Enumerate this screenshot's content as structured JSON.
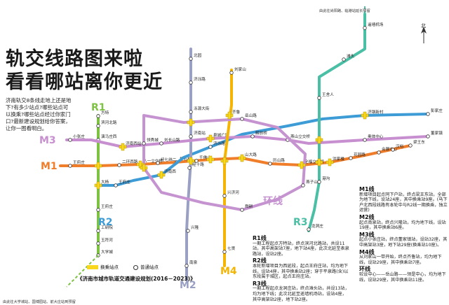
{
  "headline": {
    "line1": "轨交线路图来啦",
    "line2": "看看哪站离你更近"
  },
  "intro": "济南轨交8条线走地上还是地下?有多少站点?哪些站点可以换乘?哪些站点经过你家门口?最新建设规划给你答案，让你一图看明白。",
  "north": "北",
  "top_note": "由此往尚阳路、临港站延长预留",
  "bottom_note": "由此往大学城站、国博园站、前大庄站到预留",
  "legend": {
    "transfer": "换乘站点",
    "normal": "普通站点",
    "title": "《济南市城市轨道交通建设规划(2016－2023)》"
  },
  "colors": {
    "R1": "#7dc242",
    "R2": "#3d9bd6",
    "R3": "#4bbfa5",
    "M1": "#f07d2a",
    "M2": "#9aa0c4",
    "M3": "#c88fd0",
    "M4": "#f4b400",
    "ring": "#c593d0",
    "transfer": "#f9d71c"
  },
  "line_labels": {
    "R1": "R1",
    "R2": "R2",
    "R3": "R3",
    "M1": "M1",
    "M2": "M2",
    "M3": "M3",
    "M4": "M4",
    "ring": "环线"
  },
  "plan_left": [
    {
      "head": "R1线",
      "text": "一期工程起点方特站，终点滨河北路站，共设11站，其中高架站7座，地下站4座，此次北延至表泉路站，设站2座。"
    },
    {
      "head": "R2线",
      "text": "本轮新增项目为西延段，起点王府庄站，均为地下线，设站4座，其中换乘站2座；穿于平泉路(含)以东段属于城区，起点王府庄站。"
    },
    {
      "head": "R3线",
      "text": "一期工程起点龙洞庄站，终点滩头站，共设13站，均为地下线；此次北延至遥墙机场站，设站4座，其中高架站2座，地下站2座。"
    }
  ],
  "plan_right": [
    {
      "head": "M1线",
      "text": "新增项目起点同下户站，终点梁王东站，全部为地下线，设站24座，其中换乘站9座。(马下户北西段线路有本轮中与R2线一期换乘，独立运营)"
    },
    {
      "head": "M2线",
      "text": "起点南泉站，终点兴隆站，均为地下线，设站19座，其中换乘站6座。"
    },
    {
      "head": "M3线",
      "text": "起点小张庄站，终点董家镇站，设站32座，其中高架站3座，地下站29座(换乘站10座)。"
    },
    {
      "head": "M4线",
      "text": "从刘家山一带开始，终点齐鲁站，均为地下线，设站29座，其中换乘站7座。"
    },
    {
      "head": "环线",
      "text": "较设中心——岳山路——领是中心，均为地下线，设站29座，其中换乘站11座。"
    }
  ],
  "stations": {
    "r1_0": "方特",
    "r1_1": "滨河北路",
    "r1_2": "演马庄西",
    "r1_3": "大杨",
    "r1_4": "王府庄",
    "r1_5": "工研院",
    "r1_6": "玉符河",
    "r1_7": "大学城",
    "m1_0": "王府庄",
    "m1_1": "二环西路",
    "m1_2": "八一立交桥",
    "m1_3": "经七纬二",
    "m1_4": "杆石桥",
    "m1_5": "千佛山",
    "m1_6": "山大路",
    "m1_7": "历山路",
    "m1_8": "全福立交桥",
    "m1_9": "洪家楼",
    "m1_10": "花园路",
    "m1_11": "会展中心",
    "m1_12": "汉峪",
    "m1_13": "梁王东",
    "m2_0": "北园",
    "m2_1": "济泺路",
    "m2_2": "泺源大街",
    "m2_3": "济南站",
    "m2_4": "经十路",
    "m2_5": "兴隆",
    "m2_6": "南泉",
    "m3_0": "小张庄",
    "m3_1": "济南西站",
    "m3_2": "刘长山路",
    "m3_3": "泉城广场",
    "m3_4": "解放桥",
    "m3_5": "燕山立交桥",
    "m3_6": "奥体中心",
    "m3_7": "董家镇",
    "m4_0": "刘家山",
    "m4_1": "齐鲁",
    "m4_2": "兴济河",
    "m4_3": "七贤",
    "r3_0": "龙洞庄",
    "r3_1": "港沟",
    "r3_2": "王舍人",
    "r3_3": "滩头",
    "r3_4": "遥墙机场",
    "ring_0": "领秀城",
    "ring_1": "岳山路",
    "ring_2": "舜耕",
    "ring_3": "燕子山",
    "r2_0": "王府庄",
    "r2_1": "济南西",
    "r2_2": "济泺路",
    "r2_3": "济钢新村",
    "r2_4": "彭家庄"
  }
}
